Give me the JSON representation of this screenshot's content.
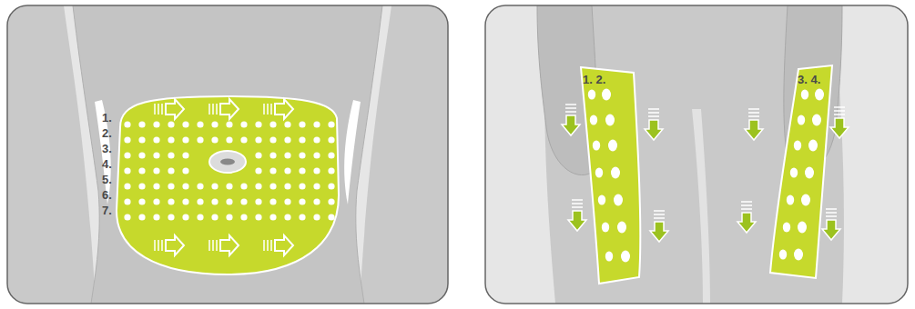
{
  "diagram": {
    "labels": [
      "1.",
      "2.",
      "3.",
      "4.",
      "5.",
      "6.",
      "7.",
      "1. 2.",
      "3. 4."
    ]
  }
}
